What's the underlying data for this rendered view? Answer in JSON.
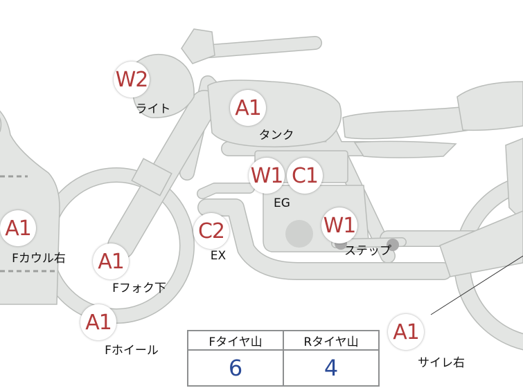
{
  "markers": [
    {
      "code": "W2",
      "label": "ライト"
    },
    {
      "code": "A1",
      "label": "タンク"
    },
    {
      "code": "W1",
      "label": ""
    },
    {
      "code": "C1",
      "label": "EG"
    },
    {
      "code": "W1",
      "label": "ステップ"
    },
    {
      "code": "C2",
      "label": "EX"
    },
    {
      "code": "A1",
      "label": "Fカウル右"
    },
    {
      "code": "A1",
      "label": "Fフォク下"
    },
    {
      "code": "A1",
      "label": "Fホイール"
    },
    {
      "code": "A1",
      "label": "サイレ右"
    }
  ],
  "tire_table": {
    "headers": [
      "Fタイヤ山",
      "Rタイヤ山"
    ],
    "values": [
      "6",
      "4"
    ]
  }
}
